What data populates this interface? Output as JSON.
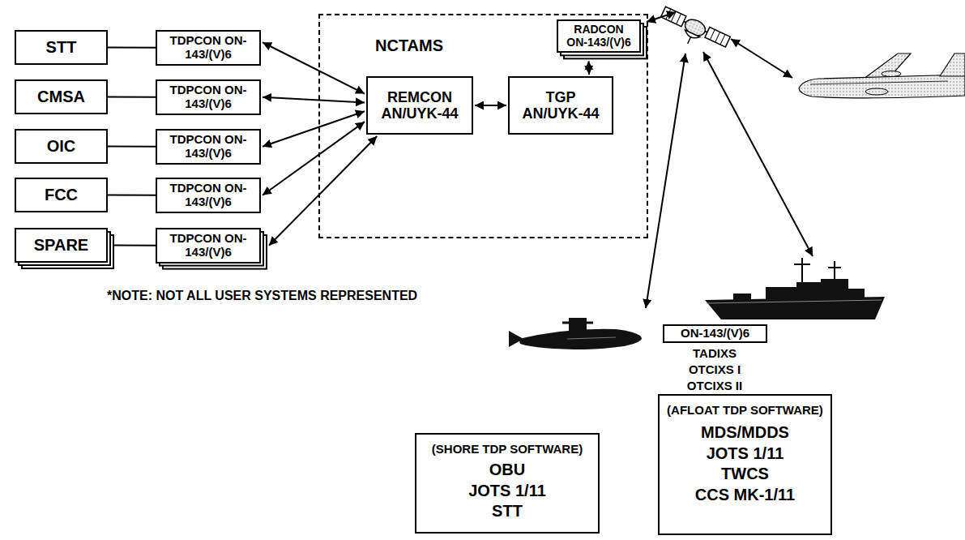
{
  "diagram": {
    "nodes": [
      {
        "text": [
          "STT"
        ]
      },
      {
        "text": [
          "TDPCON ON-143/(V)6"
        ]
      },
      {
        "text": [
          "CMSA"
        ]
      },
      {
        "text": [
          "TDPCON ON-143/(V)6"
        ]
      },
      {
        "text": [
          "OIC"
        ]
      },
      {
        "text": [
          "TDPCON ON-143/(V)6"
        ]
      },
      {
        "text": [
          "FCC"
        ]
      },
      {
        "text": [
          "TDPCON ON-143/(V)6"
        ]
      },
      {
        "text": [
          "SPARE"
        ]
      },
      {
        "text": [
          "TDPCON ON-143/(V)6"
        ]
      },
      {
        "text": [
          "NCTAMS"
        ]
      },
      {
        "text": [
          "RADCON ON-143/(V)6"
        ],
        "in": 10
      },
      {
        "text": [
          "REMCON AN/UYK-44"
        ],
        "in": 10
      },
      {
        "text": [
          "TGP AN/UYK-44"
        ],
        "in": 10
      },
      {
        "text": [
          "(SHORE TDP SOFTWARE)",
          "OBU",
          "JOTS 1/11",
          "STT"
        ]
      },
      {
        "text": [
          "ON-143/(V)6"
        ]
      },
      {
        "text": [
          "(AFLOAT TDP SOFTWARE)",
          "MDS/MDDS",
          "JOTS 1/11",
          "TWCS",
          "CCS MK-1/11"
        ]
      }
    ],
    "edges": [
      {
        "from": 0,
        "to": 1,
        "arrow": "none"
      },
      {
        "from": 2,
        "to": 3,
        "arrow": "none"
      },
      {
        "from": 4,
        "to": 5,
        "arrow": "none"
      },
      {
        "from": 6,
        "to": 7,
        "arrow": "none"
      },
      {
        "from": 8,
        "to": 9,
        "arrow": "none"
      },
      {
        "from": 1,
        "to": 12,
        "arrow": "both"
      },
      {
        "from": 3,
        "to": 12,
        "arrow": "both"
      },
      {
        "from": 5,
        "to": 12,
        "arrow": "both"
      },
      {
        "from": 7,
        "to": 12,
        "arrow": "both"
      },
      {
        "from": 9,
        "to": 12,
        "arrow": "both"
      },
      {
        "from": 12,
        "to": 13,
        "arrow": "both"
      },
      {
        "from": 11,
        "to": 13,
        "arrow": "both"
      }
    ],
    "labels": [
      "*NOTE: NOT ALL USER SYSTEMS REPRESENTED",
      "TADIXS",
      "OTCIXS I",
      "OTCIXS II"
    ]
  }
}
